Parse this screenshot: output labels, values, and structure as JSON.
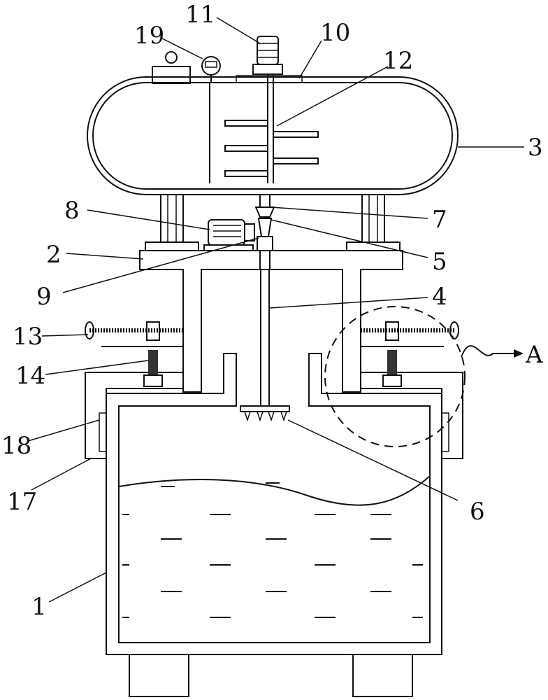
{
  "labels": {
    "l1": "1",
    "l2": "2",
    "l3": "3",
    "l4": "4",
    "l5": "5",
    "l6": "6",
    "l7": "7",
    "l8": "8",
    "l9": "9",
    "l10": "10",
    "l11": "11",
    "l12": "12",
    "l13": "13",
    "l14": "14",
    "l17": "17",
    "l18": "18",
    "l19": "19",
    "detail": "A"
  }
}
